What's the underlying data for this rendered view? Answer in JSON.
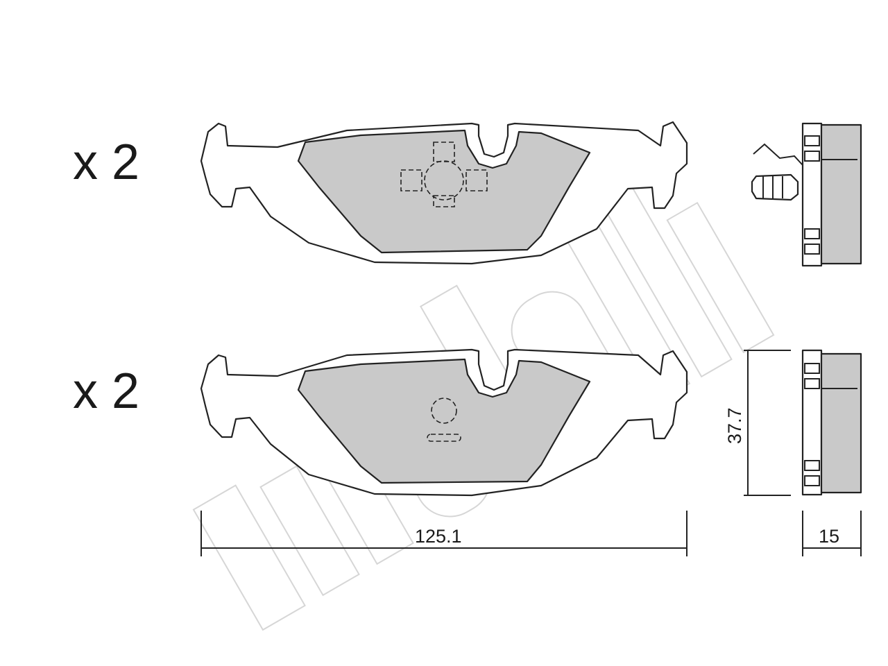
{
  "labels": {
    "top_quantity": "x 2",
    "bottom_quantity": "x 2"
  },
  "dimensions": {
    "length": "125.1",
    "height": "37.7",
    "thickness": "15"
  },
  "watermark": {
    "text": "metelli"
  },
  "colors": {
    "friction_fill": "#c9c9c9",
    "outline": "#222222",
    "watermark": "#d6d6d6"
  }
}
